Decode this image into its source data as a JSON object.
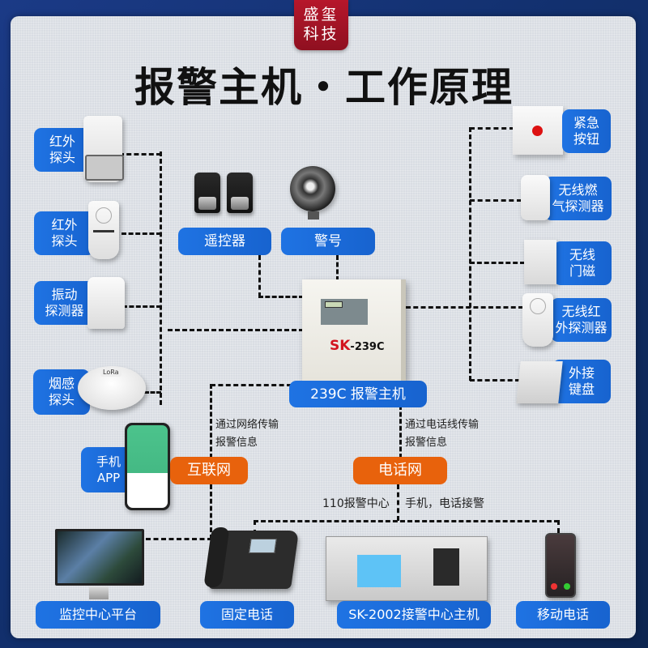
{
  "brand": {
    "line1": "盛玺",
    "line2": "科技",
    "color": "#a5131f"
  },
  "title": "报警主机・工作原理",
  "colors": {
    "label_blue": "#1f73e3",
    "label_orange": "#e8620c",
    "wire": "#111111"
  },
  "left_devices": [
    {
      "line1": "红外",
      "line2": "探头",
      "icon": "pir-detector-icon"
    },
    {
      "line1": "红外",
      "line2": "探头",
      "icon": "wireless-pir-icon"
    },
    {
      "line1": "振动",
      "line2": "探测器",
      "icon": "vibration-detector-icon"
    },
    {
      "line1": "烟感",
      "line2": "探头",
      "icon": "smoke-detector-icon"
    }
  ],
  "right_devices": [
    {
      "line1": "紧急",
      "line2": "按钮",
      "icon": "emergency-button-icon"
    },
    {
      "line1": "无线燃",
      "line2": "气探测器",
      "icon": "gas-detector-icon"
    },
    {
      "line1": "无线",
      "line2": "门磁",
      "icon": "door-sensor-icon"
    },
    {
      "line1": "无线红",
      "line2": "外探测器",
      "icon": "wireless-pir-icon"
    },
    {
      "line1": "外接",
      "line2": "键盘",
      "icon": "keypad-icon"
    }
  ],
  "top_devices": [
    {
      "label": "遥控器",
      "icon": "remote-control-icon"
    },
    {
      "label": "警号",
      "icon": "siren-icon"
    }
  ],
  "host": {
    "model_red": "SK",
    "model_black": "-239C",
    "label": "239C 报警主机"
  },
  "networks": {
    "internet": {
      "label": "互联网",
      "note_line1": "通过网络传输",
      "note_line2": "报警信息"
    },
    "phone": {
      "label": "电话网",
      "note_line1": "通过电话线传输",
      "note_line2": "报警信息"
    }
  },
  "app": {
    "line1": "手机",
    "line2": "APP"
  },
  "bottom_notes": {
    "left": "110报警中心",
    "right": "手机，电话接警"
  },
  "bottom_devices": [
    {
      "label": "监控中心平台",
      "icon": "monitor-icon"
    },
    {
      "label": "固定电话",
      "icon": "desk-phone-icon"
    },
    {
      "label": "SK-2002接警中心主机",
      "icon": "rack-server-icon"
    },
    {
      "label": "移动电话",
      "icon": "mobile-phone-icon"
    }
  ]
}
